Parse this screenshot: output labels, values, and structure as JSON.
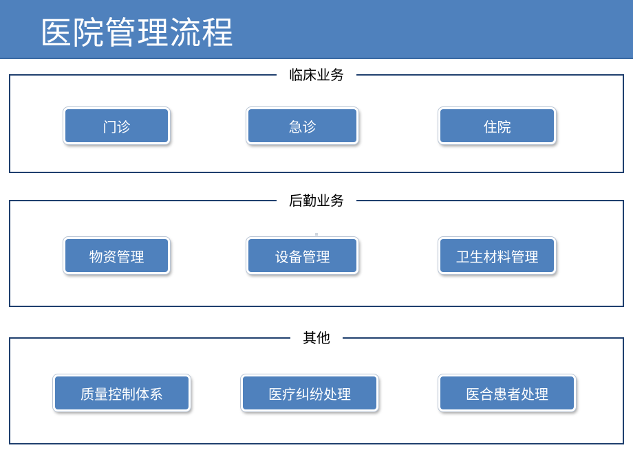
{
  "page": {
    "title": "医院管理流程"
  },
  "groups": [
    {
      "title": "临床业务",
      "items": [
        "门诊",
        "急诊",
        "住院"
      ]
    },
    {
      "title": "后勤业务",
      "items": [
        "物资管理",
        "设备管理",
        "卫生材料管理"
      ]
    },
    {
      "title": "其他",
      "items": [
        "质量控制体系",
        "医疗纠纷处理",
        "医合患者处理"
      ]
    }
  ],
  "colors": {
    "header": "#4f81bd",
    "box": "#4f81bd",
    "border": "#1f3f6e"
  }
}
